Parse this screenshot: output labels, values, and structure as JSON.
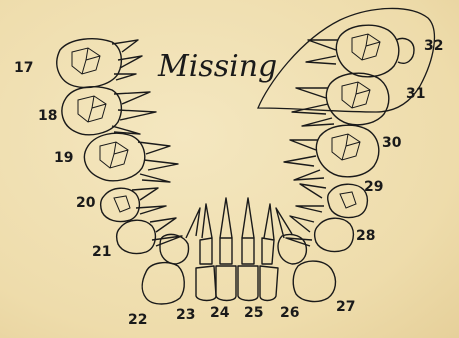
{
  "annotation": {
    "text": "Missing"
  },
  "tooth_numbers": {
    "t17": "17",
    "t18": "18",
    "t19": "19",
    "t20": "20",
    "t21": "21",
    "t22": "22",
    "t23": "23",
    "t24": "24",
    "t25": "25",
    "t26": "26",
    "t27": "27",
    "t28": "28",
    "t29": "29",
    "t30": "30",
    "t31": "31",
    "t32": "32"
  }
}
